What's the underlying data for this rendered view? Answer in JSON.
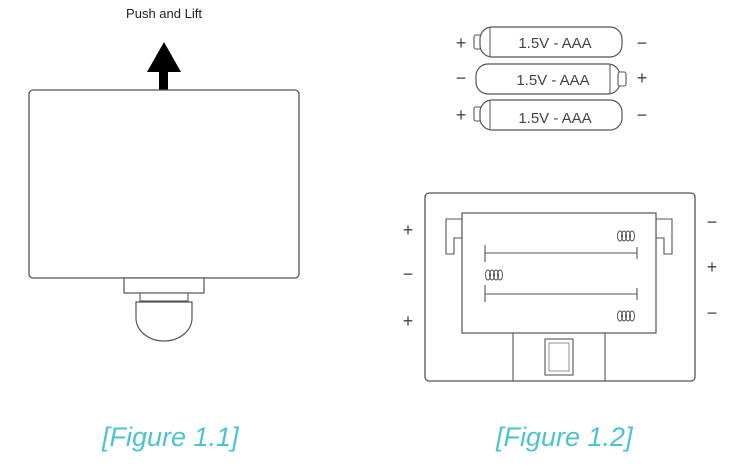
{
  "figure_1": {
    "instruction": "Push and Lift",
    "caption": "[Figure 1.1]"
  },
  "figure_2": {
    "battery_label": "1.5V - AAA",
    "batteries": [
      {
        "left_sign": "+",
        "right_sign": "−",
        "label": "1.5V - AAA"
      },
      {
        "left_sign": "−",
        "right_sign": "+",
        "label": "1.5V - AAA"
      },
      {
        "left_sign": "+",
        "right_sign": "−",
        "label": "1.5V - AAA"
      }
    ],
    "compartment_left_signs": [
      "+",
      "−",
      "+"
    ],
    "compartment_right_signs": [
      "−",
      "+",
      "−"
    ],
    "caption": "[Figure 1.2]"
  },
  "colors": {
    "caption": "#4cc3d3",
    "line": "#555555",
    "arrow": "#000000"
  }
}
